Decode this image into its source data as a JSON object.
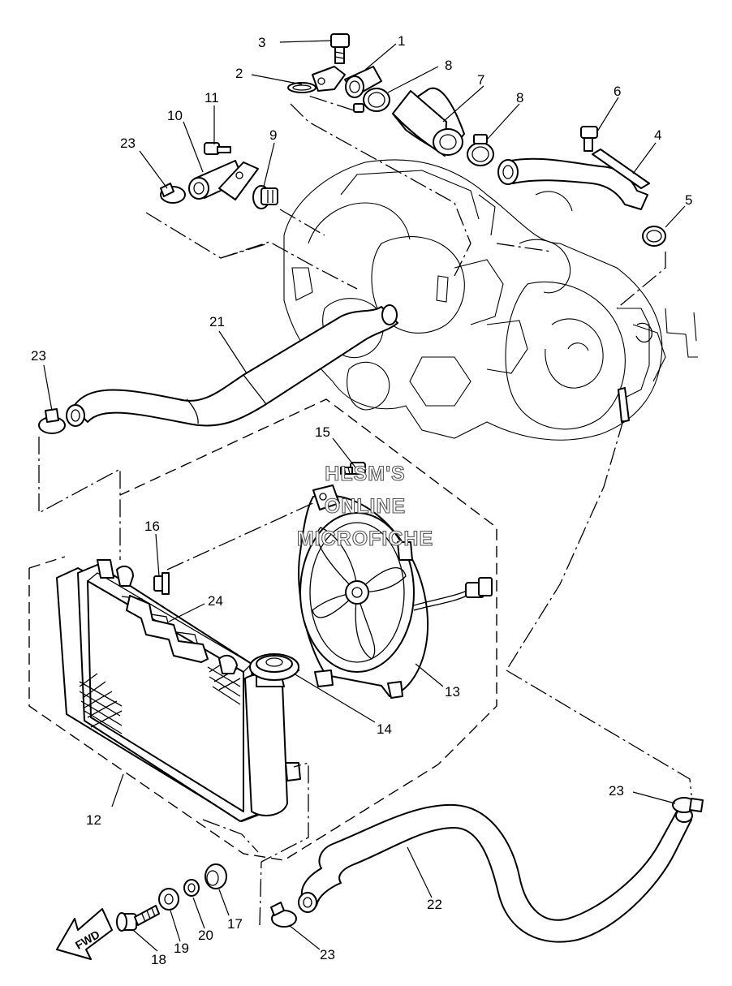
{
  "watermark": {
    "line1": "HLSM'S",
    "line2": "ONLINE",
    "line3": "MICROFICHE"
  },
  "direction_arrow": {
    "label": "FWD"
  },
  "callouts": {
    "n1": "1",
    "n2": "2",
    "n3": "3",
    "n4": "4",
    "n5": "5",
    "n6": "6",
    "n7": "7",
    "n8a": "8",
    "n8b": "8",
    "n9": "9",
    "n10": "10",
    "n11": "11",
    "n12": "12",
    "n13": "13",
    "n14": "14",
    "n15": "15",
    "n16": "16",
    "n17": "17",
    "n18": "18",
    "n19": "19",
    "n20": "20",
    "n21": "21",
    "n22": "22",
    "n23a": "23",
    "n23b": "23",
    "n23c": "23",
    "n23d": "23",
    "n24": "24"
  }
}
